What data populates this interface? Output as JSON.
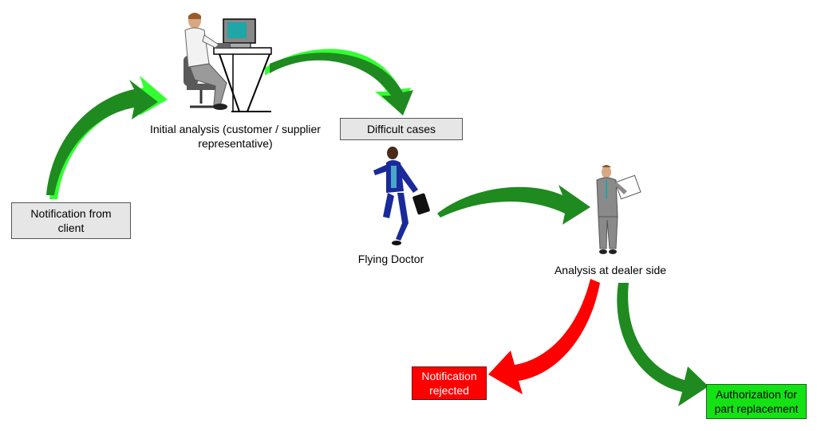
{
  "nodes": {
    "notification_from_client": "Notification from client",
    "initial_analysis": "Initial analysis (customer / supplier representative)",
    "difficult_cases": "Difficult cases",
    "flying_doctor": "Flying Doctor",
    "analysis_at_dealer_side": "Analysis at dealer side",
    "notification_rejected": "Notification rejected",
    "authorization_for_part_replacement": "Authorization for part replacement"
  },
  "colors": {
    "arrow_dark_green": "#1f8a1f",
    "arrow_light_green": "#33ff33",
    "arrow_red": "#ff0000",
    "box_grey": "#e6e6e6",
    "box_red": "#ff0000",
    "box_green": "#14e214"
  },
  "icons": [
    "person-at-computer-icon",
    "running-businessman-icon",
    "businessman-with-document-icon"
  ]
}
